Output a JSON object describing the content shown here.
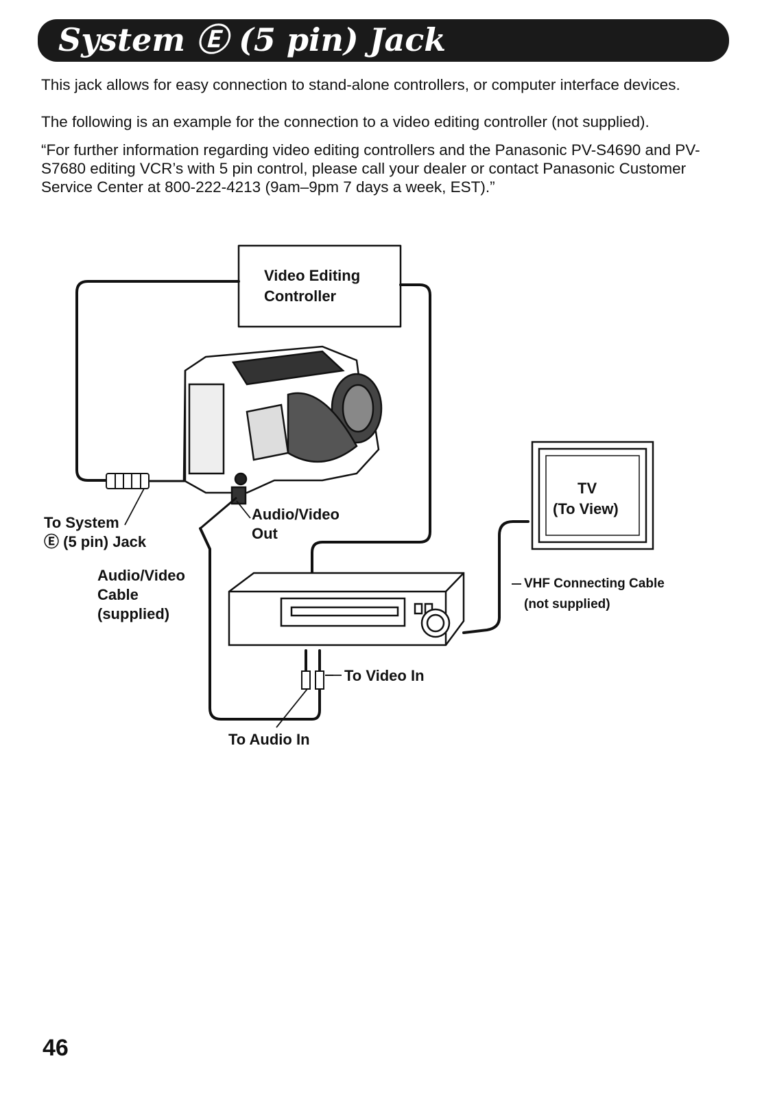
{
  "header": {
    "title": "System Ⓔ (5 pin) Jack"
  },
  "body": {
    "para1": "This jack allows for easy connection to stand-alone controllers, or computer interface devices.",
    "para2": "The following is an example for the connection to a video editing controller (not supplied).",
    "para3": "“For further information regarding video editing controllers and the Panasonic PV-S4690 and PV-S7680 editing VCR’s with 5 pin control, please call your dealer or contact Panasonic Customer Service Center at 800-222-4213 (9am–9pm 7 days a week, EST).”"
  },
  "diagram": {
    "controller_line1": "Video Editing",
    "controller_line2": "Controller",
    "system_jack_line1": "To System",
    "system_jack_line2": "Ⓔ (5 pin) Jack",
    "av_out_line1": "Audio/Video",
    "av_out_line2": "Out",
    "av_cable_line1": "Audio/Video",
    "av_cable_line2": "Cable",
    "av_cable_line3": "(supplied)",
    "tv_line1": "TV",
    "tv_line2": "(To View)",
    "vhf_line1": "VHF Connecting Cable",
    "vhf_line2": "(not supplied)",
    "video_in": "To Video In",
    "audio_in": "To Audio In"
  },
  "footer": {
    "page_number": "46"
  }
}
